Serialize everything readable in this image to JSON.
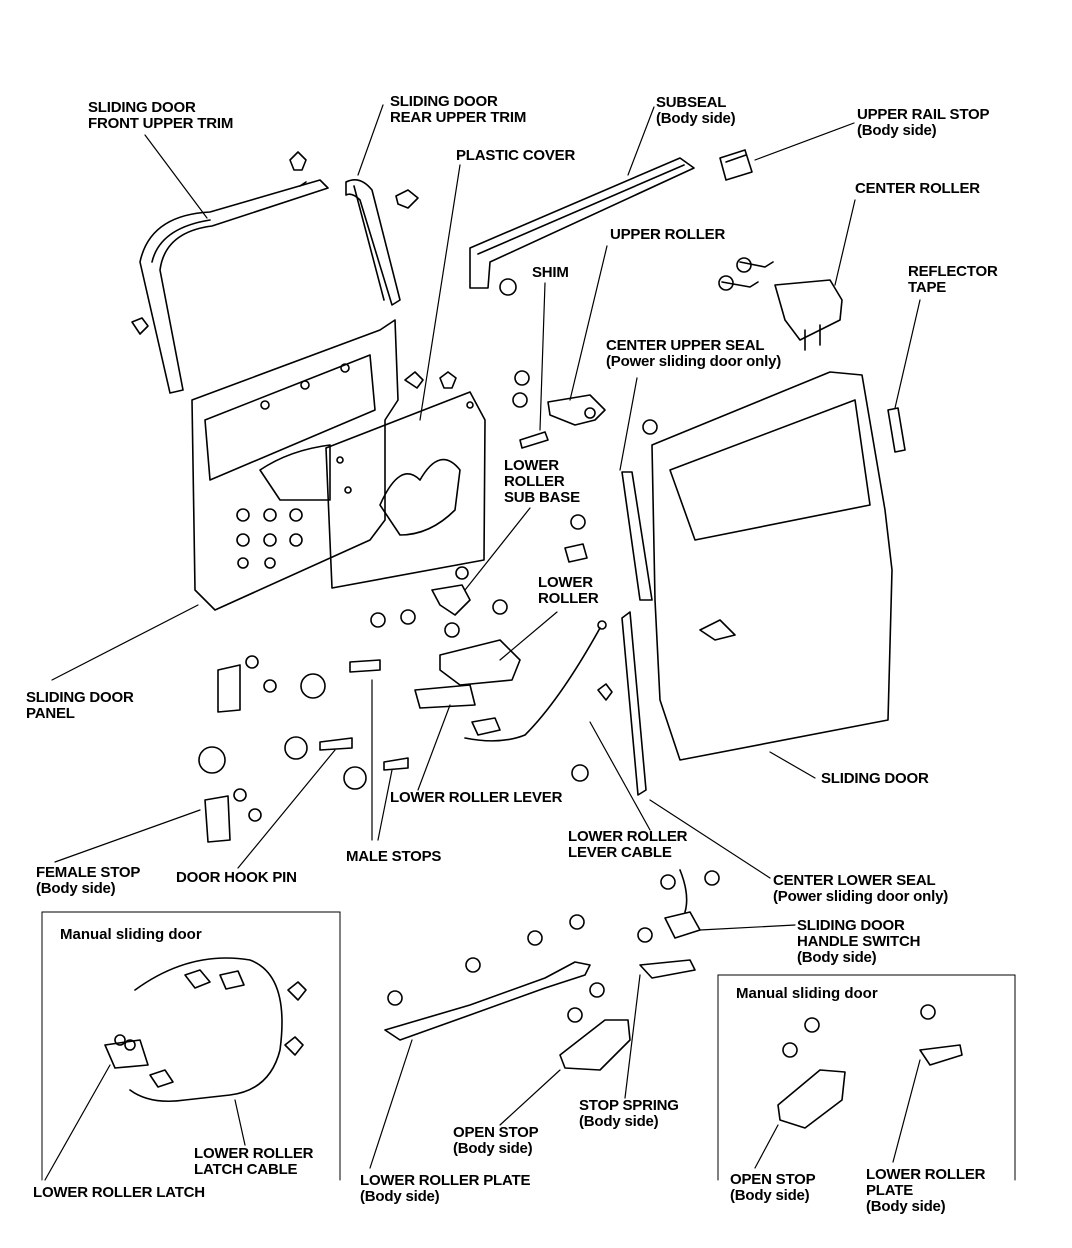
{
  "labels": {
    "front_upper_trim": [
      "SLIDING DOOR",
      "FRONT UPPER TRIM"
    ],
    "rear_upper_trim": [
      "SLIDING DOOR",
      "REAR UPPER TRIM"
    ],
    "subseal": [
      "SUBSEAL",
      "(Body side)"
    ],
    "upper_rail_stop": [
      "UPPER RAIL STOP",
      "(Body side)"
    ],
    "plastic_cover": [
      "PLASTIC COVER"
    ],
    "center_roller": [
      "CENTER ROLLER"
    ],
    "upper_roller": [
      "UPPER ROLLER"
    ],
    "shim": [
      "SHIM"
    ],
    "reflector_tape": [
      "REFLECTOR",
      "TAPE"
    ],
    "center_upper_seal": [
      "CENTER UPPER SEAL",
      "(Power sliding door only)"
    ],
    "lower_roller_sub_base": [
      "LOWER",
      "ROLLER",
      "SUB BASE"
    ],
    "lower_roller": [
      "LOWER",
      "ROLLER"
    ],
    "sliding_door_panel": [
      "SLIDING DOOR",
      "PANEL"
    ],
    "sliding_door": [
      "SLIDING DOOR"
    ],
    "lower_roller_lever": [
      "LOWER ROLLER LEVER"
    ],
    "lower_roller_lever_cable": [
      "LOWER ROLLER",
      "LEVER CABLE"
    ],
    "female_stop": [
      "FEMALE STOP",
      "(Body side)"
    ],
    "door_hook_pin": [
      "DOOR HOOK PIN"
    ],
    "male_stops": [
      "MALE STOPS"
    ],
    "center_lower_seal": [
      "CENTER LOWER SEAL",
      "(Power sliding door only)"
    ],
    "handle_switch": [
      "SLIDING DOOR",
      "HANDLE SWITCH",
      "(Body side)"
    ],
    "lower_roller_latch_cable": [
      "LOWER ROLLER",
      "LATCH CABLE"
    ],
    "lower_roller_latch": [
      "LOWER ROLLER LATCH"
    ],
    "open_stop": [
      "OPEN STOP",
      "(Body side)"
    ],
    "stop_spring": [
      "STOP SPRING",
      "(Body side)"
    ],
    "lower_roller_plate": [
      "LOWER ROLLER PLATE",
      "(Body side)"
    ],
    "open_stop_manual": [
      "OPEN STOP",
      "(Body side)"
    ],
    "lower_roller_plate_manual": [
      "LOWER ROLLER",
      "PLATE",
      "(Body side)"
    ]
  },
  "boxes": {
    "manual_left_title": "Manual sliding door",
    "manual_right_title": "Manual sliding door"
  }
}
